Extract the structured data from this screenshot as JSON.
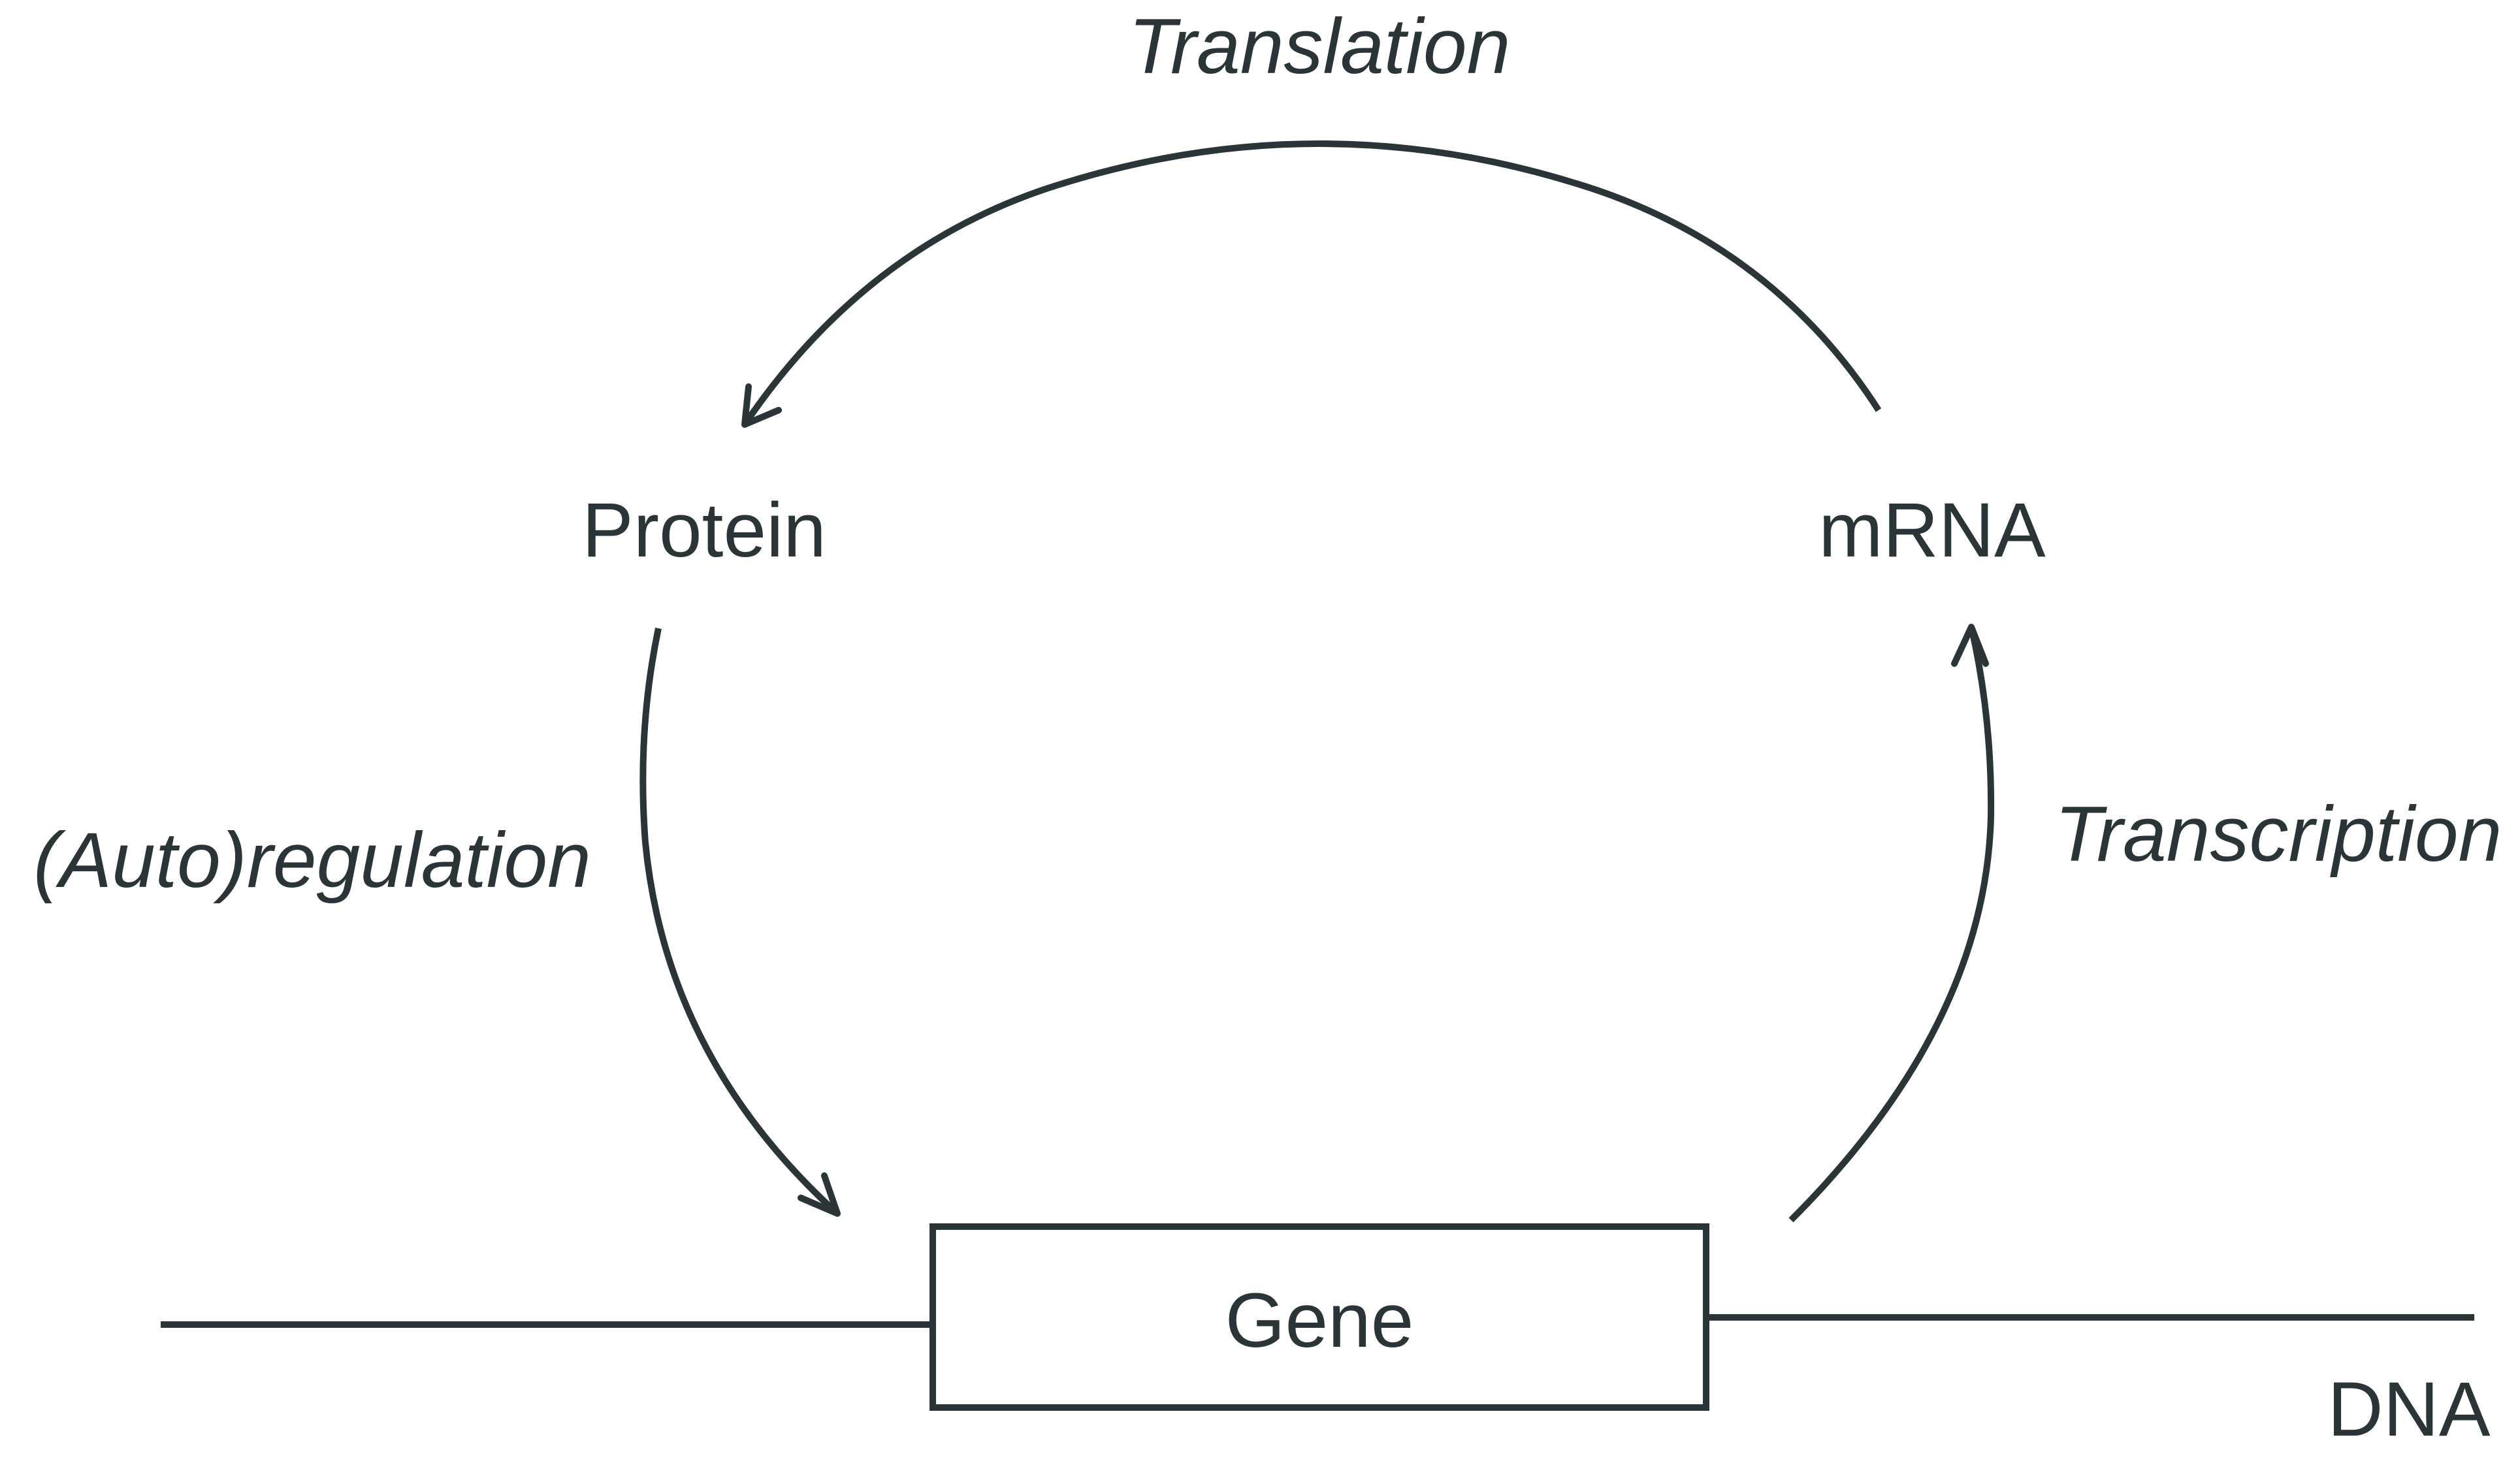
{
  "diagram": {
    "nodes": {
      "protein": "Protein",
      "mrna": "mRNA",
      "gene": "Gene",
      "dna": "DNA"
    },
    "processes": {
      "translation": "Translation",
      "transcription": "Transcription",
      "regulation": "(Auto)regulation"
    },
    "edges": [
      {
        "from": "Gene",
        "to": "mRNA",
        "label": "Transcription"
      },
      {
        "from": "mRNA",
        "to": "Protein",
        "label": "Translation"
      },
      {
        "from": "Protein",
        "to": "Gene",
        "label": "(Auto)regulation"
      }
    ],
    "colors": {
      "ink": "#2b3436",
      "background": "#ffffff"
    }
  }
}
